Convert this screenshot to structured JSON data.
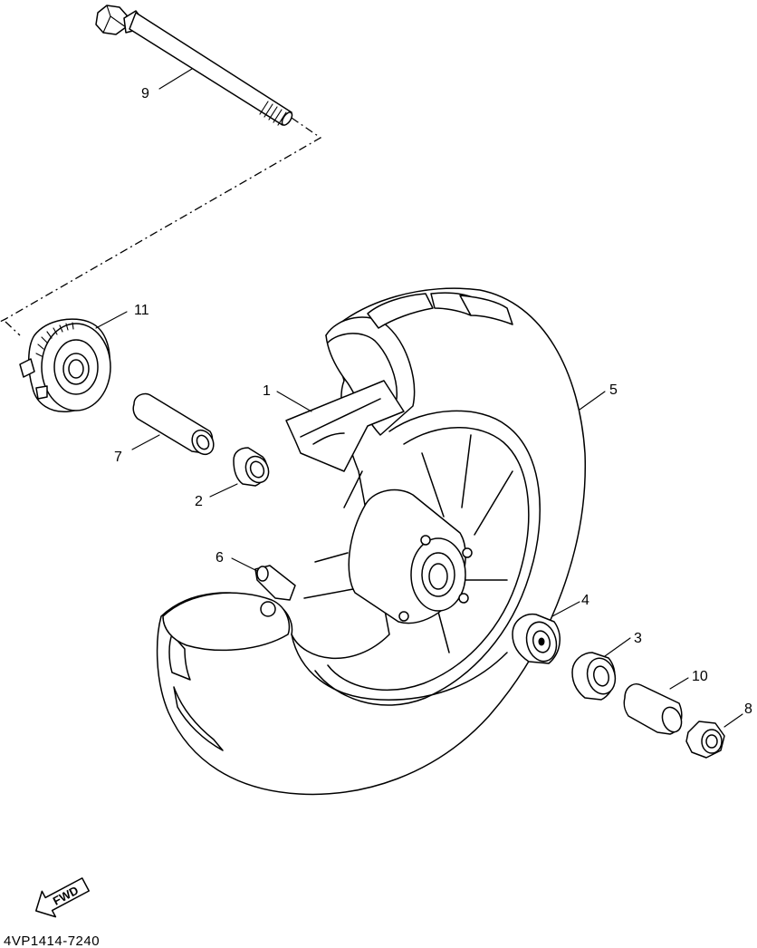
{
  "diagram": {
    "callouts": [
      {
        "id": "c1",
        "text": "1"
      },
      {
        "id": "c2",
        "text": "2"
      },
      {
        "id": "c3",
        "text": "3"
      },
      {
        "id": "c4",
        "text": "4"
      },
      {
        "id": "c5",
        "text": "5"
      },
      {
        "id": "c6",
        "text": "6"
      },
      {
        "id": "c7",
        "text": "7"
      },
      {
        "id": "c8",
        "text": "8"
      },
      {
        "id": "c9",
        "text": "9"
      },
      {
        "id": "c10",
        "text": "10"
      },
      {
        "id": "c11",
        "text": "11"
      }
    ],
    "direction_badge": "FWD",
    "diagram_code": "4VP1414-7240"
  }
}
